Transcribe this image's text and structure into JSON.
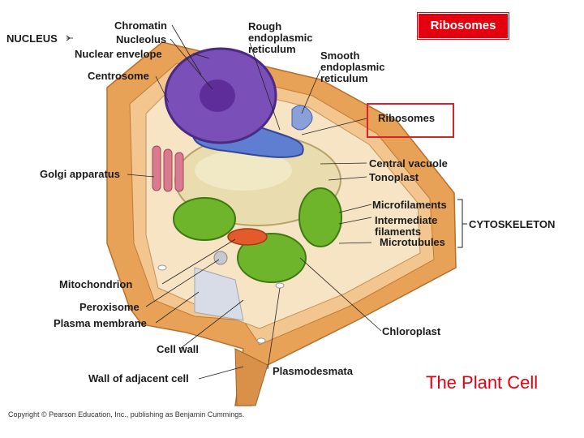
{
  "badge": "Ribosomes",
  "title": "The Plant Cell",
  "copyright": "Copyright © Pearson Education, Inc., publishing as Benjamin Cummings.",
  "labels": {
    "nucleus": "NUCLEUS",
    "chromatin": "Chromatin",
    "nucleolus": "Nucleolus",
    "nuclear_envelope": "Nuclear envelope",
    "centrosome": "Centrosome",
    "rough_er": "Rough\nendoplasmic\nreticulum",
    "smooth_er": "Smooth\nendoplasmic\nreticulum",
    "ribosomes": "Ribosomes",
    "central_vacuole": "Central vacuole",
    "tonoplast": "Tonoplast",
    "golgi": "Golgi apparatus",
    "microfilaments": "Microfilaments",
    "intermediate_filaments": "Intermediate\nfilaments",
    "microtubules": "Microtubules",
    "cytoskeleton": "CYTOSKELETON",
    "mitochondrion": "Mitochondrion",
    "peroxisome": "Peroxisome",
    "plasma_membrane": "Plasma membrane",
    "chloroplast": "Chloroplast",
    "cell_wall": "Cell wall",
    "plasmodesmata": "Plasmodesmata",
    "wall_adjacent": "Wall of adjacent cell"
  },
  "colors": {
    "accent_red": "#e4000f",
    "cell_wall": "#e8a257",
    "nucleus": "#7a4fb8",
    "chloroplast": "#6fb52c",
    "vacuole": "#e9dcae"
  }
}
